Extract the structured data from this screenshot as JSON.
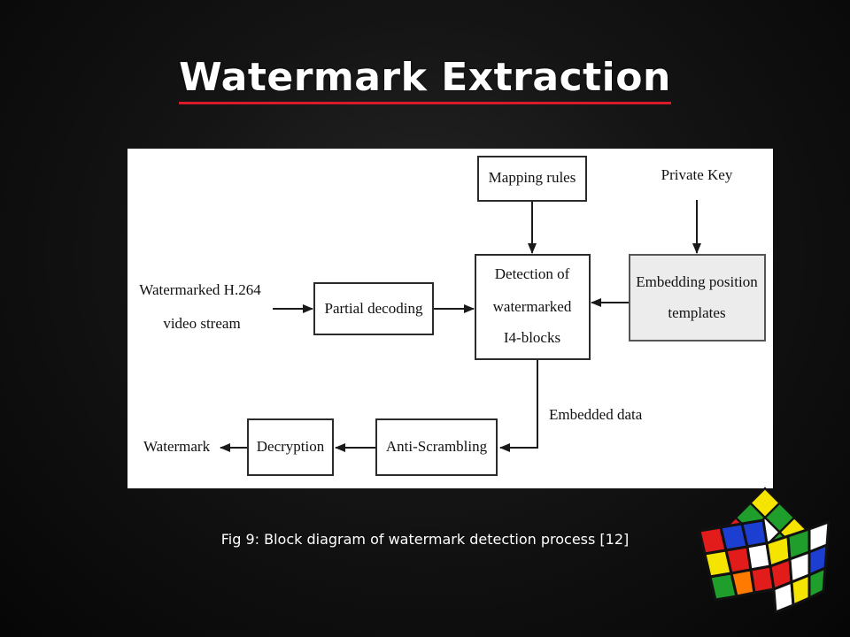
{
  "slide": {
    "title": "Watermark Extraction",
    "caption": "Fig 9: Block diagram of watermark detection process [12]"
  },
  "diagram": {
    "nodes": {
      "mapping_rules": "Mapping rules",
      "private_key": "Private Key",
      "input_line1": "Watermarked H.264",
      "input_line2": "video stream",
      "partial_decoding": "Partial decoding",
      "detection_line1": "Detection of",
      "detection_line2": "watermarked",
      "detection_line3": "I4-blocks",
      "templates_line1": "Embedding position",
      "templates_line2": "templates",
      "embedded_data": "Embedded data",
      "anti_scrambling": "Anti-Scrambling",
      "decryption": "Decryption",
      "watermark": "Watermark"
    }
  },
  "decor": {
    "cube_icon": "rubiks-cube-icon",
    "accent": "#d81b2a",
    "cube_colors": [
      "#e21b1b",
      "#1f9e2c",
      "#f5e400",
      "#1d3fd1",
      "#ff7a00",
      "#ffffff"
    ]
  }
}
